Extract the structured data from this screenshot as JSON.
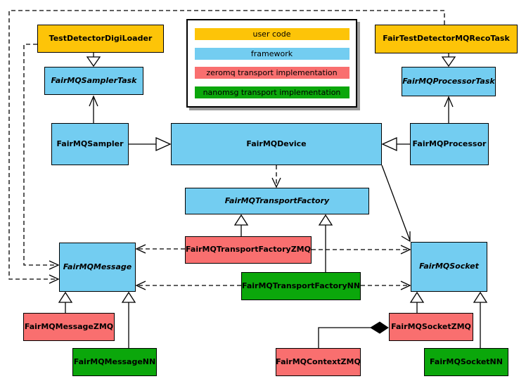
{
  "colors": {
    "user_code": "#FDC408",
    "framework": "#73CDF1",
    "zeromq": "#F96F6F",
    "nanomsg": "#0BA70B",
    "node_border": "#000000",
    "line": "#000000",
    "legend_shadow": "#9B9B9B"
  },
  "legend": {
    "items": [
      {
        "label": "user code",
        "category": "user_code"
      },
      {
        "label": "framework",
        "category": "framework"
      },
      {
        "label": "zeromq transport implementation",
        "category": "zeromq"
      },
      {
        "label": "nanomsg transport implementation",
        "category": "nanomsg"
      }
    ]
  },
  "nodes": [
    {
      "id": "TestDetectorDigiLoader",
      "label": "TestDetectorDigiLoader",
      "category": "user_code",
      "abstract": false
    },
    {
      "id": "FairTestDetectorMQRecoTask",
      "label": "FairTestDetectorMQRecoTask",
      "category": "user_code",
      "abstract": false
    },
    {
      "id": "FairMQSamplerTask",
      "label": "FairMQSamplerTask",
      "category": "framework",
      "abstract": true
    },
    {
      "id": "FairMQProcessorTask",
      "label": "FairMQProcessorTask",
      "category": "framework",
      "abstract": true
    },
    {
      "id": "FairMQSampler",
      "label": "FairMQSampler",
      "category": "framework",
      "abstract": false
    },
    {
      "id": "FairMQDevice",
      "label": "FairMQDevice",
      "category": "framework",
      "abstract": false
    },
    {
      "id": "FairMQProcessor",
      "label": "FairMQProcessor",
      "category": "framework",
      "abstract": false
    },
    {
      "id": "FairMQTransportFactory",
      "label": "FairMQTransportFactory",
      "category": "framework",
      "abstract": true
    },
    {
      "id": "FairMQTransportFactoryZMQ",
      "label": "FairMQTransportFactoryZMQ",
      "category": "zeromq",
      "abstract": false
    },
    {
      "id": "FairMQTransportFactoryNN",
      "label": "FairMQTransportFactoryNN",
      "category": "nanomsg",
      "abstract": false
    },
    {
      "id": "FairMQMessage",
      "label": "FairMQMessage",
      "category": "framework",
      "abstract": true
    },
    {
      "id": "FairMQSocket",
      "label": "FairMQSocket",
      "category": "framework",
      "abstract": true
    },
    {
      "id": "FairMQMessageZMQ",
      "label": "FairMQMessageZMQ",
      "category": "zeromq",
      "abstract": false
    },
    {
      "id": "FairMQMessageNN",
      "label": "FairMQMessageNN",
      "category": "nanomsg",
      "abstract": false
    },
    {
      "id": "FairMQSocketZMQ",
      "label": "FairMQSocketZMQ",
      "category": "zeromq",
      "abstract": false
    },
    {
      "id": "FairMQSocketNN",
      "label": "FairMQSocketNN",
      "category": "nanomsg",
      "abstract": false
    },
    {
      "id": "FairMQContextZMQ",
      "label": "FairMQContextZMQ",
      "category": "zeromq",
      "abstract": false
    }
  ],
  "edges": [
    {
      "from": "TestDetectorDigiLoader",
      "to": "FairMQSamplerTask",
      "type": "inheritance"
    },
    {
      "from": "FairTestDetectorMQRecoTask",
      "to": "FairMQProcessorTask",
      "type": "inheritance"
    },
    {
      "from": "FairMQSampler",
      "to": "FairMQSamplerTask",
      "type": "association"
    },
    {
      "from": "FairMQProcessor",
      "to": "FairMQProcessorTask",
      "type": "association"
    },
    {
      "from": "FairMQSampler",
      "to": "FairMQDevice",
      "type": "inheritance"
    },
    {
      "from": "FairMQProcessor",
      "to": "FairMQDevice",
      "type": "inheritance"
    },
    {
      "from": "FairMQDevice",
      "to": "FairMQTransportFactory",
      "type": "dependency"
    },
    {
      "from": "FairMQDevice",
      "to": "FairMQSocket",
      "type": "association"
    },
    {
      "from": "FairMQTransportFactoryZMQ",
      "to": "FairMQTransportFactory",
      "type": "inheritance"
    },
    {
      "from": "FairMQTransportFactoryNN",
      "to": "FairMQTransportFactory",
      "type": "inheritance"
    },
    {
      "from": "FairMQTransportFactoryZMQ",
      "to": "FairMQMessage",
      "type": "dependency"
    },
    {
      "from": "FairMQTransportFactoryZMQ",
      "to": "FairMQSocket",
      "type": "dependency"
    },
    {
      "from": "FairMQTransportFactoryNN",
      "to": "FairMQMessage",
      "type": "dependency"
    },
    {
      "from": "FairMQTransportFactoryNN",
      "to": "FairMQSocket",
      "type": "dependency"
    },
    {
      "from": "TestDetectorDigiLoader",
      "to": "FairMQMessage",
      "type": "dependency"
    },
    {
      "from": "FairTestDetectorMQRecoTask",
      "to": "FairMQMessage",
      "type": "dependency"
    },
    {
      "from": "FairMQMessageZMQ",
      "to": "FairMQMessage",
      "type": "inheritance"
    },
    {
      "from": "FairMQMessageNN",
      "to": "FairMQMessage",
      "type": "inheritance"
    },
    {
      "from": "FairMQSocketZMQ",
      "to": "FairMQSocket",
      "type": "inheritance"
    },
    {
      "from": "FairMQSocketNN",
      "to": "FairMQSocket",
      "type": "inheritance"
    },
    {
      "from": "FairMQContextZMQ",
      "to": "FairMQSocketZMQ",
      "type": "composition"
    }
  ]
}
